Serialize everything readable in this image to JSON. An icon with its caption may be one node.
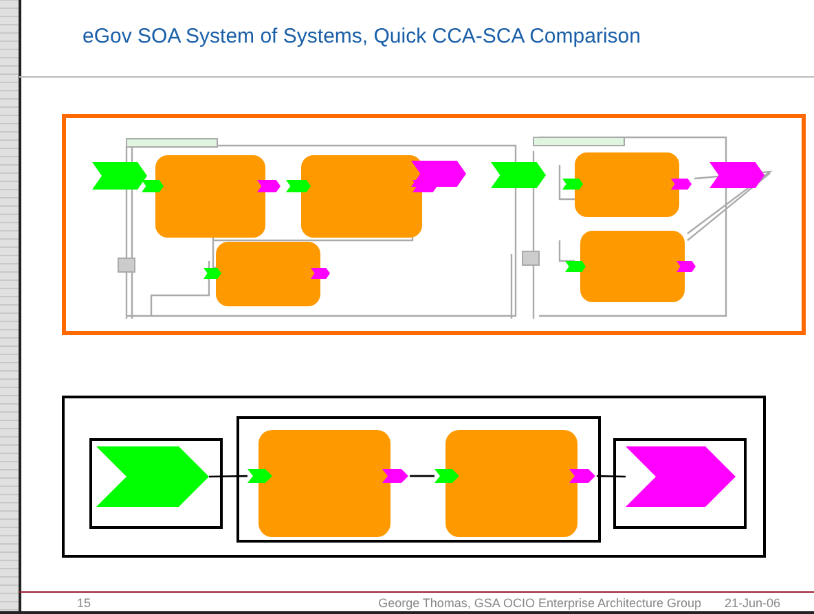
{
  "diagram": {
    "title": "eGov SOA System of Systems, Quick CCA-SCA Comparison",
    "nodes": [
      {
        "text": [],
        "shape": "box"
      },
      {
        "text": [],
        "shape": "box",
        "in": 0
      },
      {
        "text": [],
        "shape": "chevron",
        "in": 1
      },
      {
        "text": [],
        "shape": "box",
        "in": 0
      },
      {
        "text": [],
        "shape": "box",
        "in": 3
      },
      {
        "text": [],
        "shape": "box",
        "in": 3
      },
      {
        "text": [],
        "shape": "box",
        "in": 0
      },
      {
        "text": [],
        "shape": "chevron",
        "in": 6
      }
    ],
    "edges": [
      {
        "from": 2,
        "to": 4,
        "arrow": "none"
      },
      {
        "from": 4,
        "to": 5,
        "arrow": "none"
      },
      {
        "from": 5,
        "to": 7,
        "arrow": "none"
      }
    ],
    "labels": [
      "15",
      "George Thomas, GSA OCIO Enterprise Architecture Group",
      "21-Jun-06"
    ]
  }
}
